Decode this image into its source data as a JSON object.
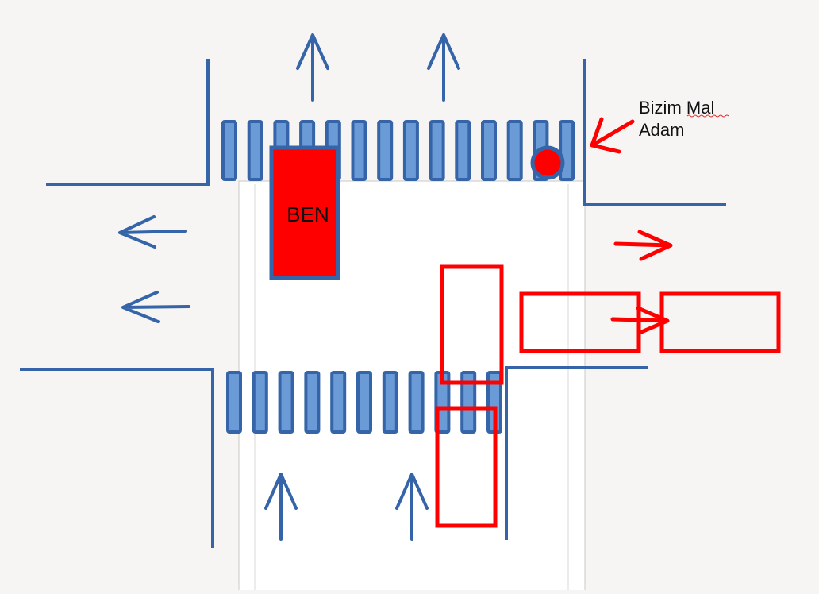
{
  "colors": {
    "background": "#f6f5f4",
    "page": "#ffffff",
    "page_edge": "#c9c9c9",
    "road": "#3565a8",
    "stripe_fill": "#6b9bd6",
    "highlight": "#ff0000",
    "text": "#111111",
    "spell_underline": "#e03030"
  },
  "labels": {
    "ben": "BEN",
    "annotation_line1": "Bizim Mal",
    "annotation_line2": "Adam"
  },
  "icons": {
    "pedestrian": "red-dot-icon",
    "pointer": "red-arrow-icon",
    "direction": "arrow-icon"
  }
}
